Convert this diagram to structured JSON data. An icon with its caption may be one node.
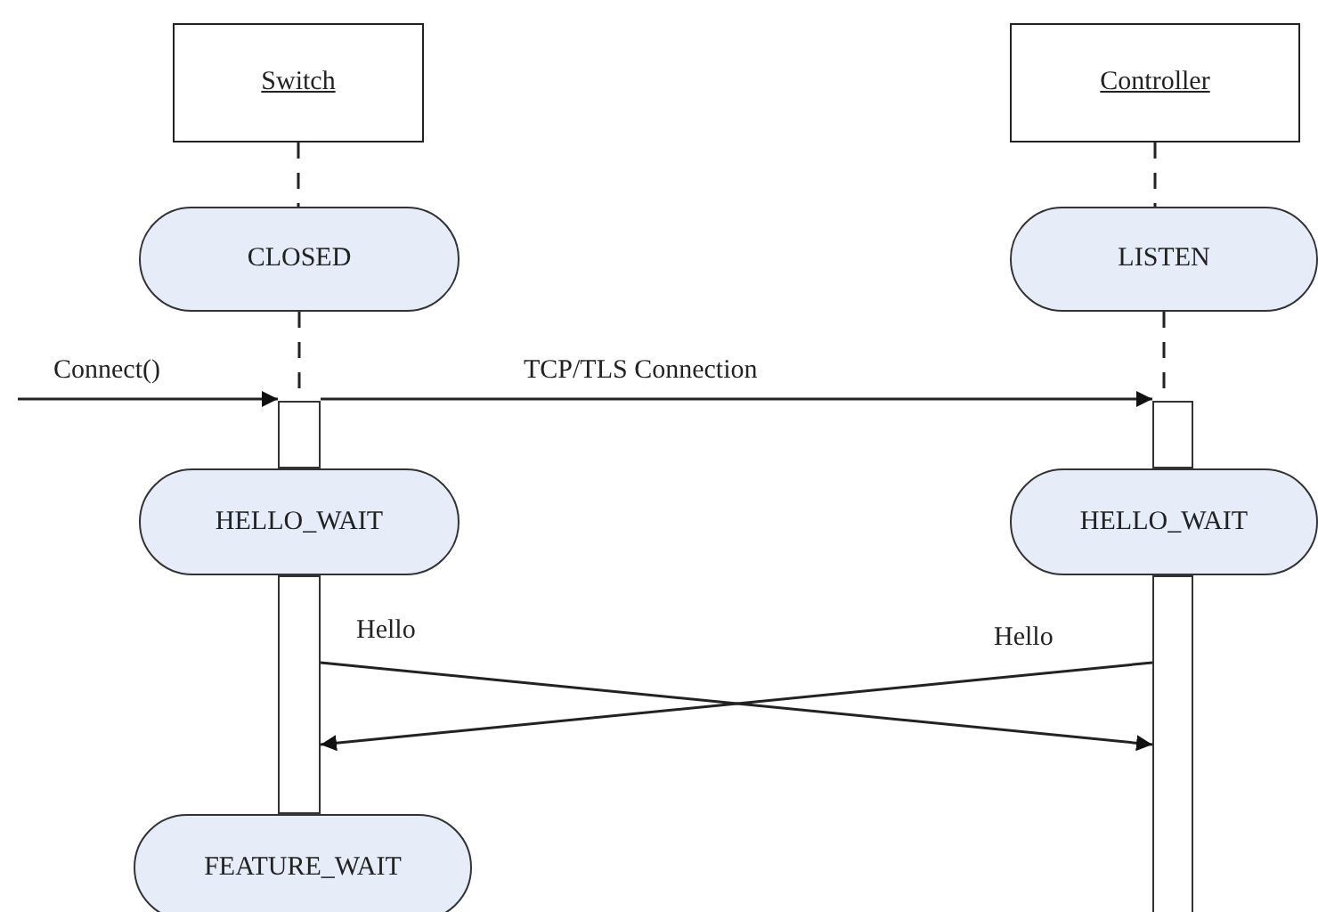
{
  "diagram": {
    "nodes": [
      {
        "text": [
          "Switch"
        ]
      },
      {
        "text": [
          "Controller"
        ]
      },
      {
        "text": [
          "CLOSED"
        ]
      },
      {
        "text": [
          "LISTEN"
        ]
      },
      {
        "text": [
          "HELLO_WAIT"
        ]
      },
      {
        "text": [
          "HELLO_WAIT"
        ]
      },
      {
        "text": [
          "FEATURE_WAIT"
        ]
      },
      {
        "text": [],
        "shape": "bar"
      },
      {
        "text": [],
        "shape": "bar"
      },
      {
        "text": [],
        "shape": "bar"
      },
      {
        "text": [],
        "shape": "bar"
      }
    ],
    "edges": [
      {
        "from": 0,
        "to": 2,
        "arrow": "none",
        "style": "dashed"
      },
      {
        "from": 2,
        "to": 7,
        "arrow": "none",
        "style": "dashed"
      },
      {
        "from": 1,
        "to": 3,
        "arrow": "none",
        "style": "dashed"
      },
      {
        "from": 3,
        "to": 8,
        "arrow": "none",
        "style": "dashed"
      },
      {
        "from": null,
        "to": 7,
        "arrow": "to",
        "label": "Connect()"
      },
      {
        "from": 7,
        "to": 8,
        "arrow": "to",
        "label": "TCP/TLS Connection"
      },
      {
        "from": 9,
        "to": 10,
        "arrow": "to",
        "label": "Hello"
      },
      {
        "from": 10,
        "to": 9,
        "arrow": "to",
        "label": "Hello"
      }
    ]
  }
}
